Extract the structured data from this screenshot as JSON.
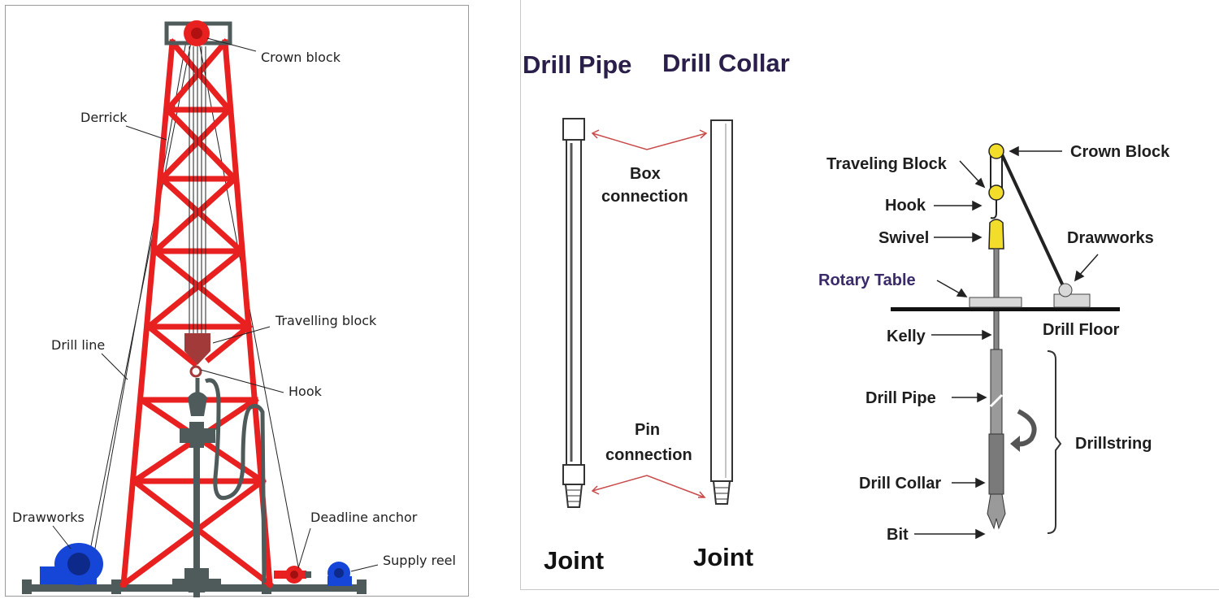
{
  "left_diagram": {
    "labels": {
      "crown_block": "Crown block",
      "derrick": "Derrick",
      "travelling_block": "Travelling block",
      "drill_line": "Drill line",
      "hook": "Hook",
      "drawworks": "Drawworks",
      "deadline_anchor": "Deadline anchor",
      "supply_reel": "Supply reel"
    },
    "colors": {
      "derrick": "#e82020",
      "machine_blue": "#1646d8",
      "traveling_block": "#a33a3a",
      "equipment_gray": "#4f5a5a"
    }
  },
  "right_diagram": {
    "titles": {
      "drill_pipe": "Drill Pipe",
      "drill_collar": "Drill Collar"
    },
    "connections": {
      "box_line1": "Box",
      "box_line2": "connection",
      "pin_line1": "Pin",
      "pin_line2": "connection"
    },
    "joint_labels": {
      "pipe": "Joint",
      "collar": "Joint"
    },
    "rig_labels": {
      "traveling_block": "Traveling Block",
      "crown_block": "Crown Block",
      "hook": "Hook",
      "swivel": "Swivel",
      "drawworks": "Drawworks",
      "rotary_table": "Rotary Table",
      "kelly": "Kelly",
      "drill_floor": "Drill Floor",
      "drill_pipe": "Drill Pipe",
      "drillstring": "Drillstring",
      "drill_collar": "Drill Collar",
      "bit": "Bit"
    },
    "colors": {
      "title": "#2a1e4a",
      "rotary_label": "#3a2a6a",
      "arrow_red": "#c84a4a",
      "swivel_yellow": "#f2dd2a"
    }
  }
}
